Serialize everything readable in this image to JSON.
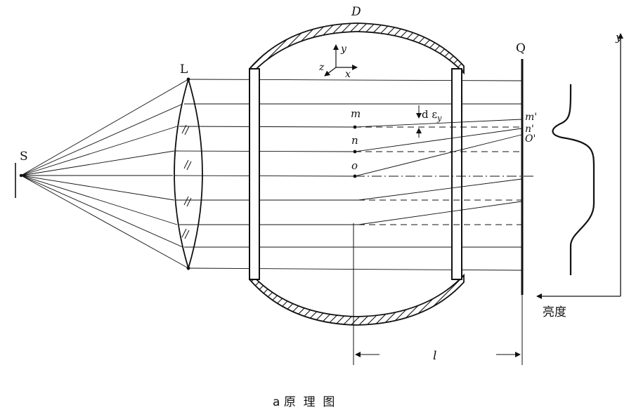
{
  "diagram": {
    "labels": {
      "source": "S",
      "lens": "L",
      "chamber": "D",
      "screen": "Q",
      "axis_y": "y",
      "axis_z": "z",
      "axis_x": "x",
      "right_axis_y": "y",
      "point_m": "m",
      "point_n": "n",
      "point_o": "o",
      "image_m": "m'",
      "image_n": "n'",
      "image_o": "O'",
      "deflection": "d ε",
      "deflection_sub": "y",
      "distance": "l",
      "brightness": "亮度",
      "caption": "a 原  理  图"
    }
  }
}
